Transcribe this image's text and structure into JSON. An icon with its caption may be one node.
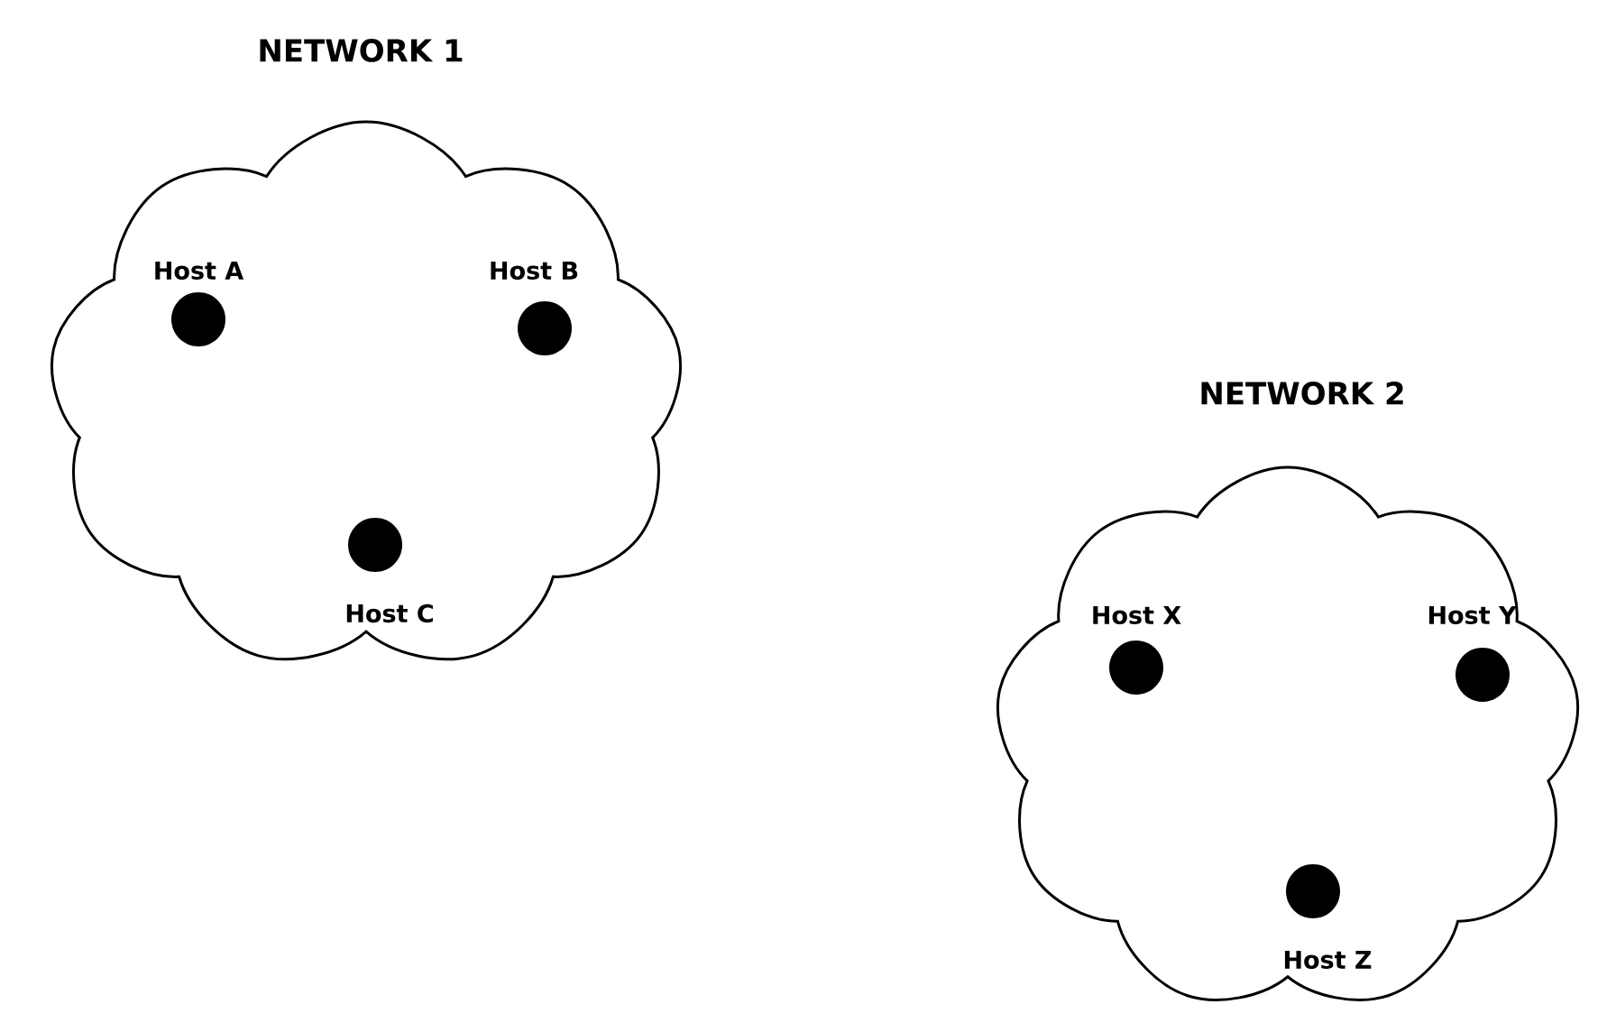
{
  "diagram": {
    "nodes": [
      {
        "text": [
          "NETWORK 1"
        ]
      },
      {
        "text": [
          "Host A"
        ],
        "in": 0
      },
      {
        "text": [
          "Host B"
        ],
        "in": 0
      },
      {
        "text": [
          "Host C"
        ],
        "in": 0
      },
      {
        "text": [
          "NETWORK 2"
        ]
      },
      {
        "text": [
          "Host X"
        ],
        "in": 4
      },
      {
        "text": [
          "Host Y"
        ],
        "in": 4
      },
      {
        "text": [
          "Host Z"
        ],
        "in": 4
      }
    ]
  }
}
